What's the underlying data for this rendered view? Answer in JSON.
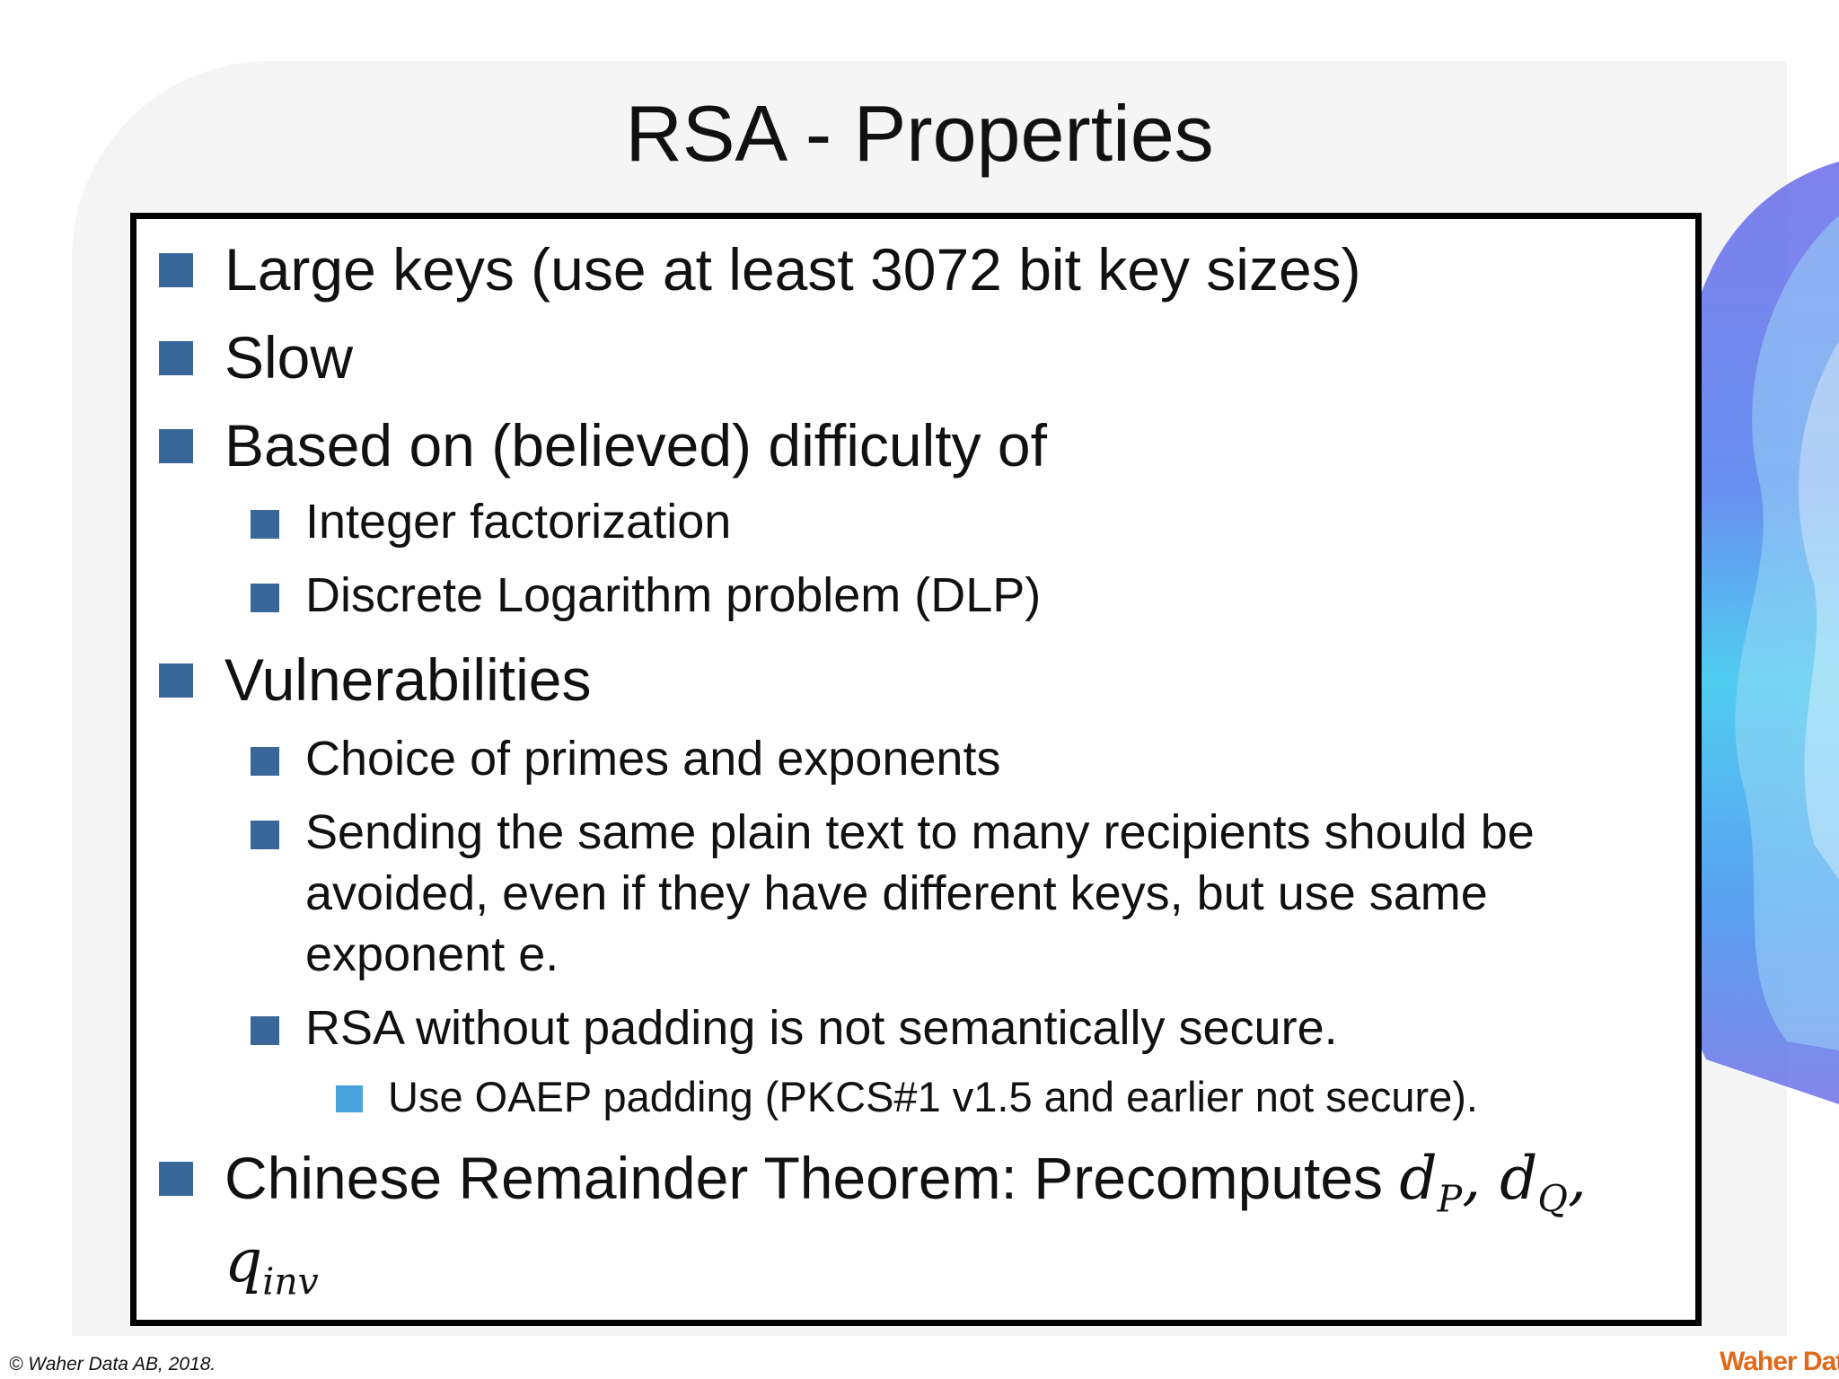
{
  "slide": {
    "title": "RSA - Properties",
    "bullets": [
      {
        "level": 1,
        "text": "Large keys (use at least 3072 bit key sizes)"
      },
      {
        "level": 1,
        "text": "Slow"
      },
      {
        "level": 1,
        "text": "Based on (believed) difficulty of"
      },
      {
        "level": 2,
        "text": "Integer factorization"
      },
      {
        "level": 2,
        "text": "Discrete Logarithm problem (DLP)"
      },
      {
        "level": 1,
        "text": "Vulnerabilities"
      },
      {
        "level": 2,
        "text": "Choice of primes and exponents"
      },
      {
        "level": 2,
        "lines": [
          "Sending the same plain text to many recipients should be",
          "avoided, even if they have different keys, but use same",
          "exponent e."
        ]
      },
      {
        "level": 2,
        "text": "RSA without padding is not semantically secure."
      },
      {
        "level": 3,
        "text": "Use OAEP padding (PKCS#1 v1.5 and earlier not secure)."
      },
      {
        "level": 1,
        "text": "Chinese Remainder Theorem: Precomputes"
      }
    ],
    "crt_math": {
      "d": "d",
      "sub_p": "P",
      "sub_q": "Q",
      "sep": ",",
      "q": "q",
      "sub_inv": "inv"
    }
  },
  "footer": {
    "copyright": "© Waher Data AB, 2018.",
    "logo": "Waher Data"
  }
}
